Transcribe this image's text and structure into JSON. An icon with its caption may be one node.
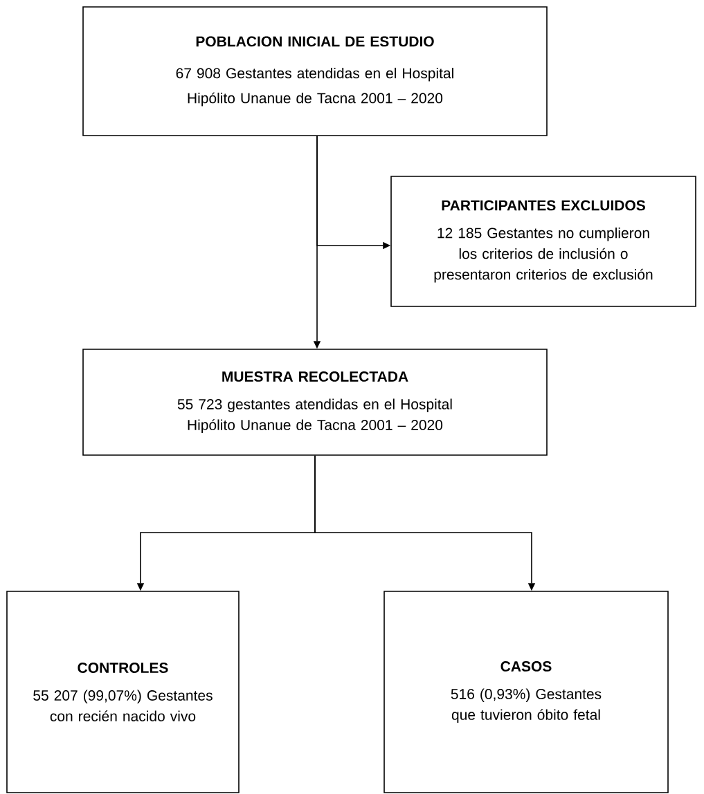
{
  "diagram": {
    "nodes": [
      {
        "text": [
          "POBLACION INICIAL DE ESTUDIO",
          "67 908 Gestantes atendidas en el Hospital Hipólito Unanue de Tacna 2001 – 2020"
        ]
      },
      {
        "text": [
          "PARTICIPANTES EXCLUIDOS",
          "12 185 Gestantes no cumplieron los criterios de inclusión o presentaron criterios de exclusión"
        ]
      },
      {
        "text": [
          "MUESTRA RECOLECTADA",
          "55 723 gestantes atendidas en el Hospital Hipólito Unanue de Tacna 2001 – 2020"
        ]
      },
      {
        "text": [
          "CONTROLES",
          "55 207 (99,07%) Gestantes con recién nacido vivo"
        ]
      },
      {
        "text": [
          "CASOS",
          "516 (0,93%) Gestantes que tuvieron óbito fetal"
        ]
      }
    ],
    "edges": [
      {
        "from": 0,
        "to": 2,
        "arrow": "to"
      },
      {
        "from": 0,
        "to": 1,
        "arrow": "to"
      },
      {
        "from": 2,
        "to": 3,
        "arrow": "to"
      },
      {
        "from": 2,
        "to": 4,
        "arrow": "to"
      }
    ]
  }
}
